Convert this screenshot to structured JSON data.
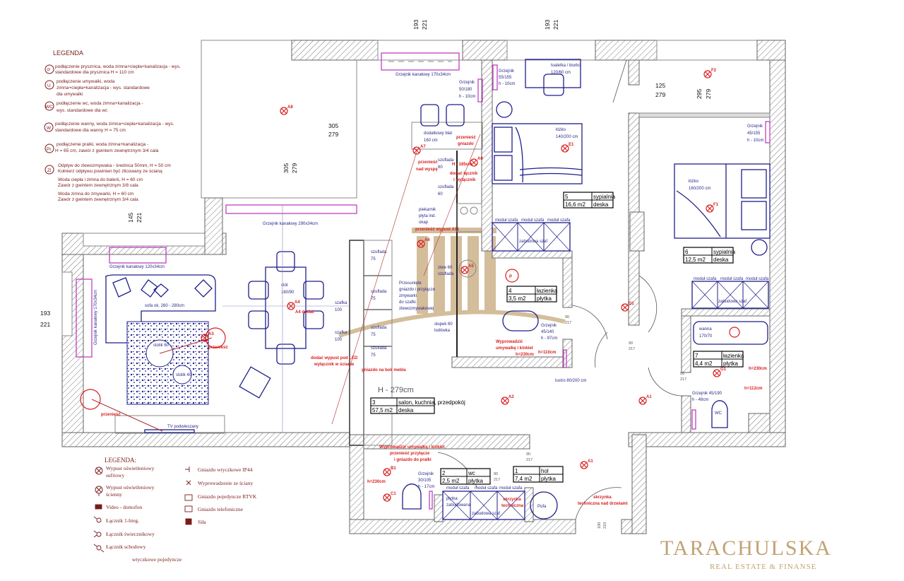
{
  "legend_top": {
    "title": "LEGENDA",
    "items": [
      {
        "symbol": "P",
        "lines": [
          "podłączenie prysznica, woda zimna+ciepła+kanalizacja - wys.",
          "standardowe dla prysznica H = 110 cm"
        ]
      },
      {
        "symbol": "U",
        "lines": [
          "podłączenie umywalki, woda",
          "zimna+ciepła+kanalizacja - wys. standardowe",
          "dla umywalki"
        ]
      },
      {
        "symbol": "WC",
        "lines": [
          "podłączenie wc, woda zimna+kanalizacja -",
          "wys. standardowe dla wc"
        ]
      },
      {
        "symbol": "W",
        "lines": [
          "podłączenie wanny, woda zimna+ciepła+kanalizacja - wys.",
          "standardowe dla wanny H = 75 cm"
        ]
      },
      {
        "symbol": "Pr",
        "lines": [
          "podłączenie pralki, woda zimna+kanalizacja -",
          "H = 65 cm, zawór z gwintem zewnętrznym 3/4 cala"
        ]
      },
      {
        "symbol": "Zl",
        "lines": [
          "Odpływ do zlewozmywaka - średnica 50mm, H = 50 cm",
          "Kołnierz odpływu powinien być zlicowany ze ścianą",
          "Woda ciepła i zimna do baterii, H = 60 cm",
          "Zawór z gwintem zewnętrznym 3/8 cala",
          "Woda zimna do zmywarki, H = 60 cm",
          "Zawór z gwintem zewnętrznym 3/4 cala"
        ]
      }
    ]
  },
  "legend_bottom": {
    "title": "LEGENDA:",
    "left": [
      "Wypust oświetleniowy",
      "sufitowy",
      "Wypust oświetleniowy",
      "ścienny",
      "Video - domofon",
      "Łącznik 1-bieg.",
      "Łącznik świecznikowy",
      "Łącznik schodowy",
      "wtyczkowe pojedyncze"
    ],
    "right": [
      "Gniazdo wtyczkowe IP44",
      "Wyprowadzenie ze ściany",
      "Gniazdo pojedyncze RTVK",
      "Gniazdo telefoniczne",
      "Siła"
    ]
  },
  "rooms": [
    {
      "number": "3",
      "name": "salon, kuchnia, przedpokój",
      "area": "57,5 m2",
      "floor": "deska"
    },
    {
      "number": "5",
      "name": "sypialnia",
      "area": "16,6 m2",
      "floor": "deska"
    },
    {
      "number": "6",
      "name": "sypialnia",
      "area": "12,5 m2",
      "floor": "deska"
    },
    {
      "number": "4",
      "name": "łazienka",
      "area": "3,5 m2",
      "floor": "płytka"
    },
    {
      "number": "7",
      "name": "łazienka",
      "area": "4,4 m2",
      "floor": "płytka"
    },
    {
      "number": "2",
      "name": "wc",
      "area": "2,5 m2",
      "floor": "płytka"
    },
    {
      "number": "1",
      "name": "hol",
      "area": "7,4 m2",
      "floor": "płytka"
    }
  ],
  "height_label": "H - 279cm",
  "dimensions": {
    "top_left": [
      "193",
      "221"
    ],
    "top_right": [
      "193",
      "221"
    ],
    "loggia": [
      "305",
      "279"
    ],
    "loggia_vertical": [
      "305",
      "279"
    ],
    "living_window": [
      "145",
      "221"
    ],
    "left_window": [
      "193",
      "221"
    ],
    "balcony_right": [
      "125",
      "279"
    ],
    "balcony_right_vertical": [
      "295",
      "279"
    ],
    "door": [
      "90",
      "217"
    ],
    "entrance_door": [
      "100",
      "210"
    ]
  },
  "furniture": {
    "rad_kitchen": "Grzejnik kanałowy 170x34cm",
    "rad_living_top": "Grzejnik kanałowy 290x34cm",
    "rad_living_window": "Grzejnik kanałowy 120x34cm",
    "rad_living_left": "Grzejnik kanałowy 170x34cm",
    "table": [
      "stół",
      "160/90"
    ],
    "sofa": "sofa ok. 260 - 280cm",
    "coffee_table_1": "stolik 60",
    "coffee_table_2": "stolik 40",
    "tv": "TV podwieszany",
    "rad_kitchen_side": [
      "Grzejnik",
      "50/180",
      "h - 10cm"
    ],
    "extra_counter": [
      "dodatkowy blat",
      "160 cm"
    ],
    "drawer_60": [
      "szuflada",
      "60"
    ],
    "oven": [
      "piekarnik",
      "płyta ind.",
      "okap"
    ],
    "sink": [
      "zlew 60",
      "szuflada"
    ],
    "dishwasher_note": [
      "Przesunięte",
      "gniazdo i przyłącze",
      "zmywarki",
      "do szafki",
      "zlewozmywakowej"
    ],
    "fridge": [
      "słupek 60",
      "lodówka"
    ],
    "drawer_75": [
      "szuflada",
      "75"
    ],
    "cabinet_100": [
      "szafka",
      "100"
    ],
    "rad_bed5": [
      "Grzejnik",
      "55/155",
      "h - 10cm"
    ],
    "desk": [
      "toaletka / biurko",
      "120/60 cm"
    ],
    "bed_140": [
      "łóżko",
      "140/200 cm"
    ],
    "bed_160": [
      "łóżko",
      "160/200 cm"
    ],
    "rad_bed6": [
      "Grzejnik",
      "45/155",
      "h - 10cm"
    ],
    "wardrobe_module": "moduł szafa",
    "wardrobe_built": "zabudowa szaf",
    "bathtub": [
      "wanna",
      "170/70"
    ],
    "rad_bath7": [
      "Grzejnik 45/190",
      "h - 48cm"
    ],
    "rad_bath4": [
      "Grzejnik",
      "45/140",
      "h - 97cm"
    ],
    "rad_wc": [
      "Grzejnik",
      "30/105",
      "h - 17cm"
    ],
    "mirror": "lustro 80/200 cm",
    "pouf": "Pufa",
    "tiled": [
      "płytka",
      "zabudowana"
    ]
  },
  "annotations": {
    "move_socket": [
      "przenieść",
      "gniazdo"
    ],
    "move_over_island": [
      "przenieść",
      "nad wyspę"
    ],
    "add_switch": [
      "dodać łącznik",
      "i wyłącznik"
    ],
    "h185": "H - 185cm",
    "move": "przenieść",
    "a4_add": "A4 dodać",
    "led_outlet": [
      "dodać wypust pod LED",
      "wyłącznik w ścianie"
    ],
    "side_socket": "gniazdo na bok mebla",
    "move_outlet": "przenieść wypust A11",
    "bath_move": [
      "Wyprowadzić",
      "umywalkę i kinkiet"
    ],
    "wc_move": [
      "Wyprowadzić umywalkę i kinkiet",
      "przenieść przyłącze",
      "i gniazdo do pralki"
    ],
    "tech_box": [
      "skrzynka",
      "techniczna"
    ],
    "tech_box_door": [
      "skrzynka",
      "techniczna nad drzwiami"
    ],
    "h230": "h=230cm",
    "h112": "h=112cm",
    "h110": "h=110cm"
  },
  "fixtures": [
    "A8",
    "A7",
    "A6",
    "A5",
    "A4",
    "A3",
    "A2",
    "A1",
    "A1",
    "B1",
    "C1",
    "D1",
    "E1",
    "F1",
    "F2",
    "G1",
    "A9"
  ],
  "watermark": {
    "name": "TARACHULSKA",
    "tagline": "REAL ESTATE & FINANSE"
  },
  "colors": {
    "wall": "#666666",
    "furniture": "#1e1e8c",
    "electric": "#d81e1e",
    "radiator": "#c040c0",
    "legend": "#7a1a1a",
    "watermark": "#b8925a"
  }
}
